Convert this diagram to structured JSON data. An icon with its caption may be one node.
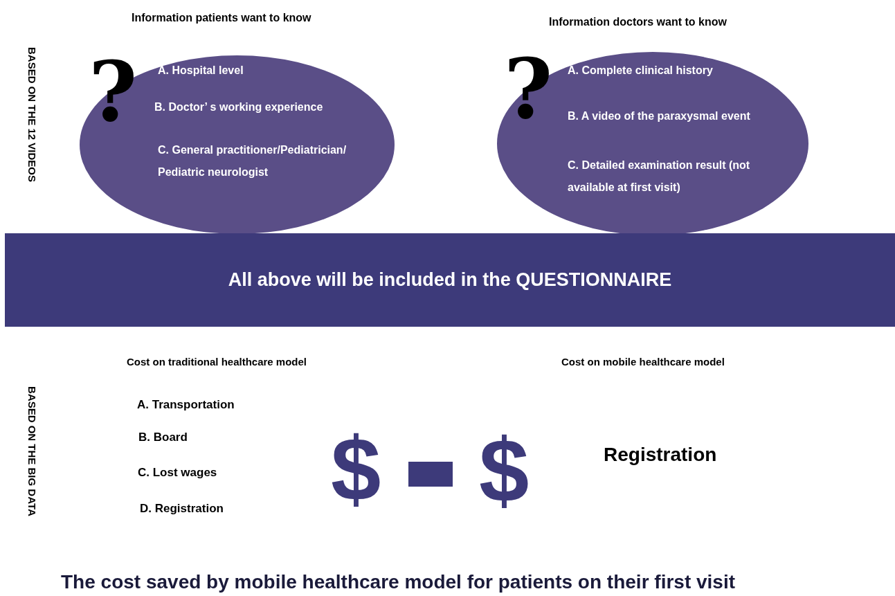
{
  "diagram": {
    "caption": "The cost saved by mobile healthcare model for patients on their first visit",
    "nodes": [
      {
        "text": [
          "Information patients want to know",
          "A. Hospital level",
          "B. Doctor’ s working experience",
          "C. General practitioner/Pediatrician/ Pediatric neurologist"
        ]
      },
      {
        "text": [
          "Information doctors want to know",
          "A. Complete clinical history",
          "B. A video of the paraxysmal event",
          "C. Detailed examination result (not available at first visit)"
        ]
      },
      {
        "text": [
          "All above will be included in the QUESTIONNAIRE"
        ]
      }
    ],
    "labels": [
      "BASED ON THE 12 VIDEOS",
      "?",
      "?",
      "BASED ON THE BIG DATA",
      "Cost on traditional healthcare model",
      "Cost on mobile healthcare model",
      "A. Transportation",
      "B. Board",
      "C. Lost wages",
      "D. Registration",
      "$",
      "$",
      "Registration"
    ]
  }
}
